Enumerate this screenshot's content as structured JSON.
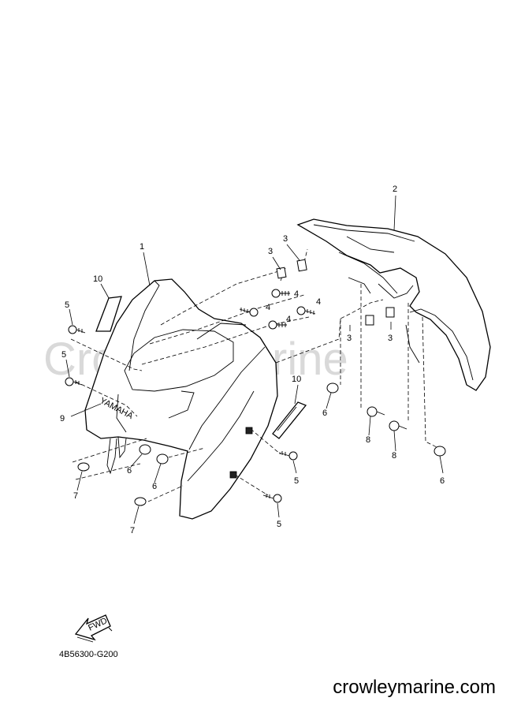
{
  "diagram": {
    "watermark": "CrowleyMarine",
    "code": "4B56300-G200",
    "site_url": "crowleymarine.com",
    "fwd_label": "FWD",
    "brand_mark": "YAMAHA",
    "callouts": {
      "c1": "1",
      "c2": "2",
      "c3a": "3",
      "c3b": "3",
      "c3c": "3",
      "c3d": "3",
      "c4a": "4",
      "c4b": "4",
      "c4c": "4",
      "c4d": "4",
      "c5a": "5",
      "c5b": "5",
      "c5c": "5",
      "c5d": "5",
      "c6a": "6",
      "c6b": "6",
      "c6c": "6",
      "c6d": "6",
      "c7a": "7",
      "c7b": "7",
      "c8a": "8",
      "c8b": "8",
      "c9": "9",
      "c10a": "10",
      "c10b": "10"
    }
  }
}
